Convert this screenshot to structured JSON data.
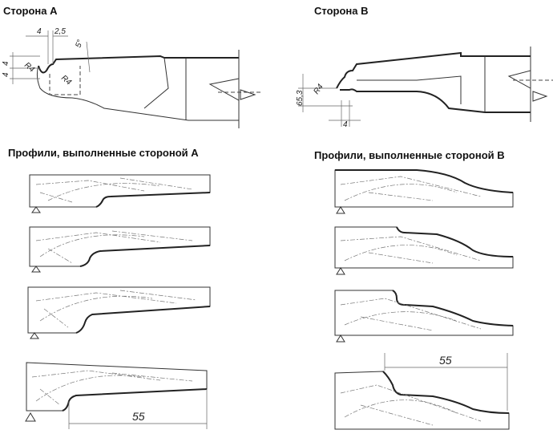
{
  "titles": {
    "side_a": "Сторона А",
    "side_b": "Сторона В",
    "profiles_a": "Профили, выполненные стороной А",
    "profiles_b": "Профили, выполненные стороной В"
  },
  "side_a_dims": {
    "w1": "4",
    "w2": "2,5",
    "angle": "5°",
    "r1": "R4",
    "r2": "R4",
    "h1": "4",
    "h2": "4"
  },
  "side_b_dims": {
    "h": "65,3",
    "r": "R4",
    "w": "4"
  },
  "profile_dims": {
    "a_last": "55",
    "b_last": "55"
  }
}
